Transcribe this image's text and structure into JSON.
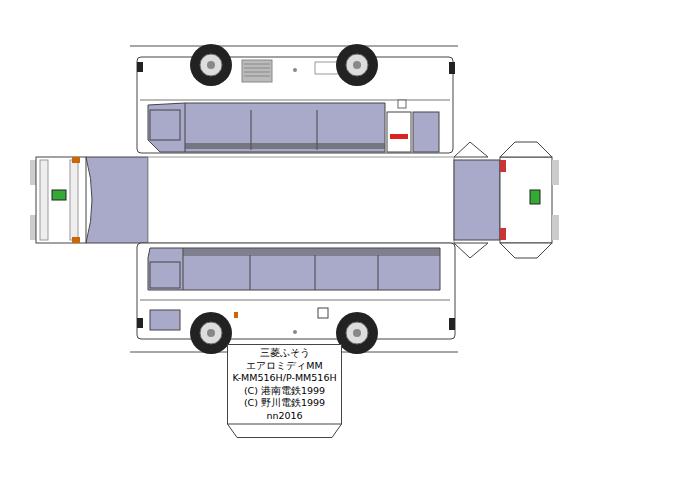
{
  "diagram": {
    "nodes": [
      {
        "text": [
          "三菱ふそう",
          "エアロミディMM",
          "K-MM516H/P-MM516H",
          "(C) 港南電鉄1999",
          "(C) 野川電鉄1999",
          "nn2016"
        ]
      }
    ]
  }
}
